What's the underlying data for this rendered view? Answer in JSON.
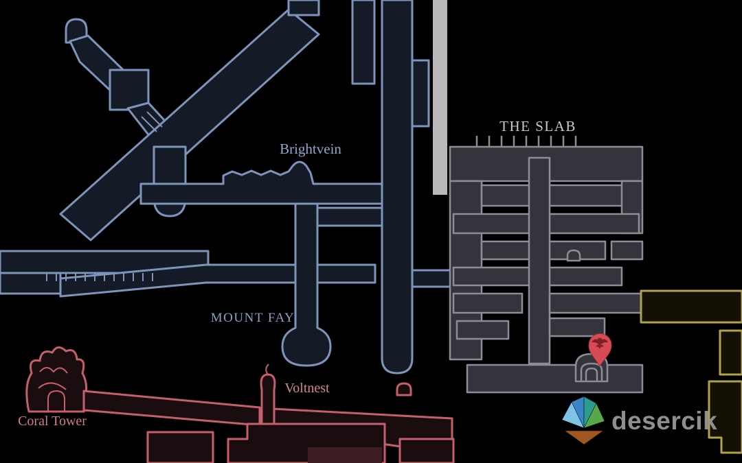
{
  "map": {
    "labels": {
      "the_slab": "THE SLAB",
      "brightvein": "Brightvein",
      "mount_fay": "MOUNT FAY",
      "voltnest": "Voltnest",
      "coral_tower": "Coral Tower"
    },
    "colors": {
      "background": "#000000",
      "blue_stroke": "#7e95bb",
      "blue_fill": "#151b26",
      "slab_stroke": "#8d8d95",
      "slab_fill": "#34343c",
      "gray_strip": "#b9b9b9",
      "yellow_stroke": "#b2a24e",
      "yellow_fill": "#131106",
      "red_stroke": "#c45f6b",
      "red_fill": "#1a0d10",
      "red_room_fill": "#3d1d23",
      "label_slab": "#c9c9ce",
      "label_brightvein": "#93a9cc",
      "label_mount_fay": "#8ba0c2",
      "label_voltnest": "#d4858e",
      "label_coral_tower": "#ce7d88"
    },
    "marker": {
      "icon": "bat-icon",
      "pin_color": "#d84b54",
      "pin_stroke": "#a8303a",
      "icon_color": "#7e2028"
    }
  },
  "watermark": {
    "text": "desercik",
    "text_color": "#8f8f8f",
    "logo": "desercik-logo-icon",
    "logo_colors": {
      "blade_light_blue": "#7fc3e8",
      "blade_blue": "#3b85c6",
      "blade_teal": "#2a9d8f",
      "blade_green": "#57a846",
      "hull_brown": "#a2561f"
    }
  }
}
